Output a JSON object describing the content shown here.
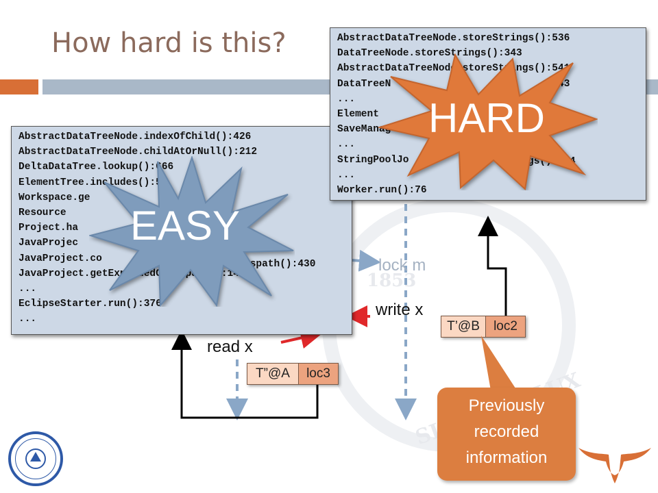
{
  "slide": {
    "title": "How hard is this?"
  },
  "easy_stack": {
    "lines": [
      "AbstractDataTreeNode.indexOfChild():426",
      "AbstractDataTreeNode.childAtOrNull():212",
      "DeltaDataTree.lookup():666",
      "ElementTree.includes():5",
      "Workspace.ge",
      "Resource",
      "Project.ha",
      "JavaProjec",
      "JavaProject.co",
      "JavaProject.getExpandedClasspath():1444",
      "...",
      "EclipseStarter.run():376",
      "..."
    ]
  },
  "hard_stack": {
    "lines": [
      "AbstractDataTreeNode.storeStrings():536",
      "DataTreeNode.storeStrings():343",
      "AbstractDataTreeNode.storeStrings():541",
      "DataTreeN",
      "...",
      "Element",
      "SaveManag",
      "...",
      "StringPoolJo",
      "...",
      "Worker.run():76",
      "..."
    ]
  },
  "easy_fragments": {
    "f1": "ssp",
    "f2": "ath():430"
  },
  "hard_fragments": {
    "f1": "43",
    "f2": "gs():124"
  },
  "bursts": {
    "easy": "EASY",
    "hard": "HARD"
  },
  "labels": {
    "lock": "lock m",
    "write": "write x",
    "read": "read x"
  },
  "tags": {
    "b": {
      "thread": "T’@B",
      "loc": "loc2"
    },
    "a": {
      "thread": "T”@A",
      "loc": "loc3"
    }
  },
  "callout": {
    "line1": "Previously",
    "line2": "recorded",
    "line3": "information"
  },
  "watermark": {
    "year": "1853",
    "motto": "SISIAX ET LUX"
  },
  "colors": {
    "accent_orange": "#d86f36",
    "bar_blue": "#a9b8c8",
    "code_bg": "#cdd8e6",
    "easy_burst": "#7f9cbc",
    "hard_burst": "#e0793a",
    "arrow_red": "#e0282a",
    "arrow_blue": "#8aa7c7"
  }
}
